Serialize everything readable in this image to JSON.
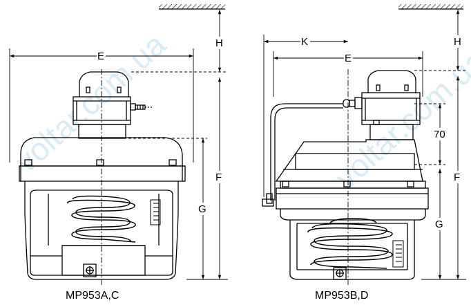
{
  "watermark": "voltar.com.ua",
  "colors": {
    "line": "#000000",
    "watermark": "#b9dcf0",
    "background": "#ffffff"
  },
  "left_view": {
    "caption": "MP953A,C",
    "dimensions": {
      "h": "H",
      "e": "E",
      "f": "F",
      "g": "G"
    }
  },
  "right_view": {
    "caption": "MP953B,D",
    "dimensions": {
      "h": "H",
      "k": "K",
      "e": "E",
      "seventy": "70",
      "f": "F",
      "g": "G"
    }
  }
}
